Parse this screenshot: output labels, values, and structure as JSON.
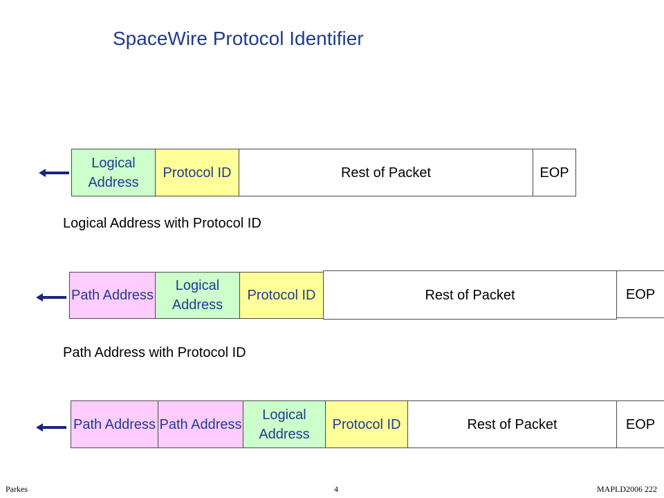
{
  "title": "SpaceWire Protocol Identifier",
  "colors": {
    "title": "#1f3a8f",
    "logical_address": "#ccffcc",
    "protocol_id": "#ffff99",
    "path_address": "#ffccff",
    "arrow": "#1a237e"
  },
  "diagram1": {
    "logical_address": "Logical Address",
    "protocol_id": "Protocol ID",
    "rest_of_packet": "Rest of Packet",
    "eop": "EOP",
    "caption": "Logical Address with Protocol ID"
  },
  "diagram2": {
    "path_address": "Path Address",
    "logical_address": "Logical Address",
    "protocol_id": "Protocol ID",
    "rest_of_packet": "Rest of Packet",
    "eop": "EOP",
    "caption": "Path Address with Protocol ID"
  },
  "diagram3": {
    "path_address_1": "Path Address",
    "path_address_2": "Path Address",
    "logical_address": "Logical Address",
    "protocol_id": "Protocol ID",
    "rest_of_packet": "Rest of Packet",
    "eop": "EOP"
  },
  "footer": {
    "author": "Parkes",
    "page": "4",
    "event": "MAPLD2006 222"
  }
}
